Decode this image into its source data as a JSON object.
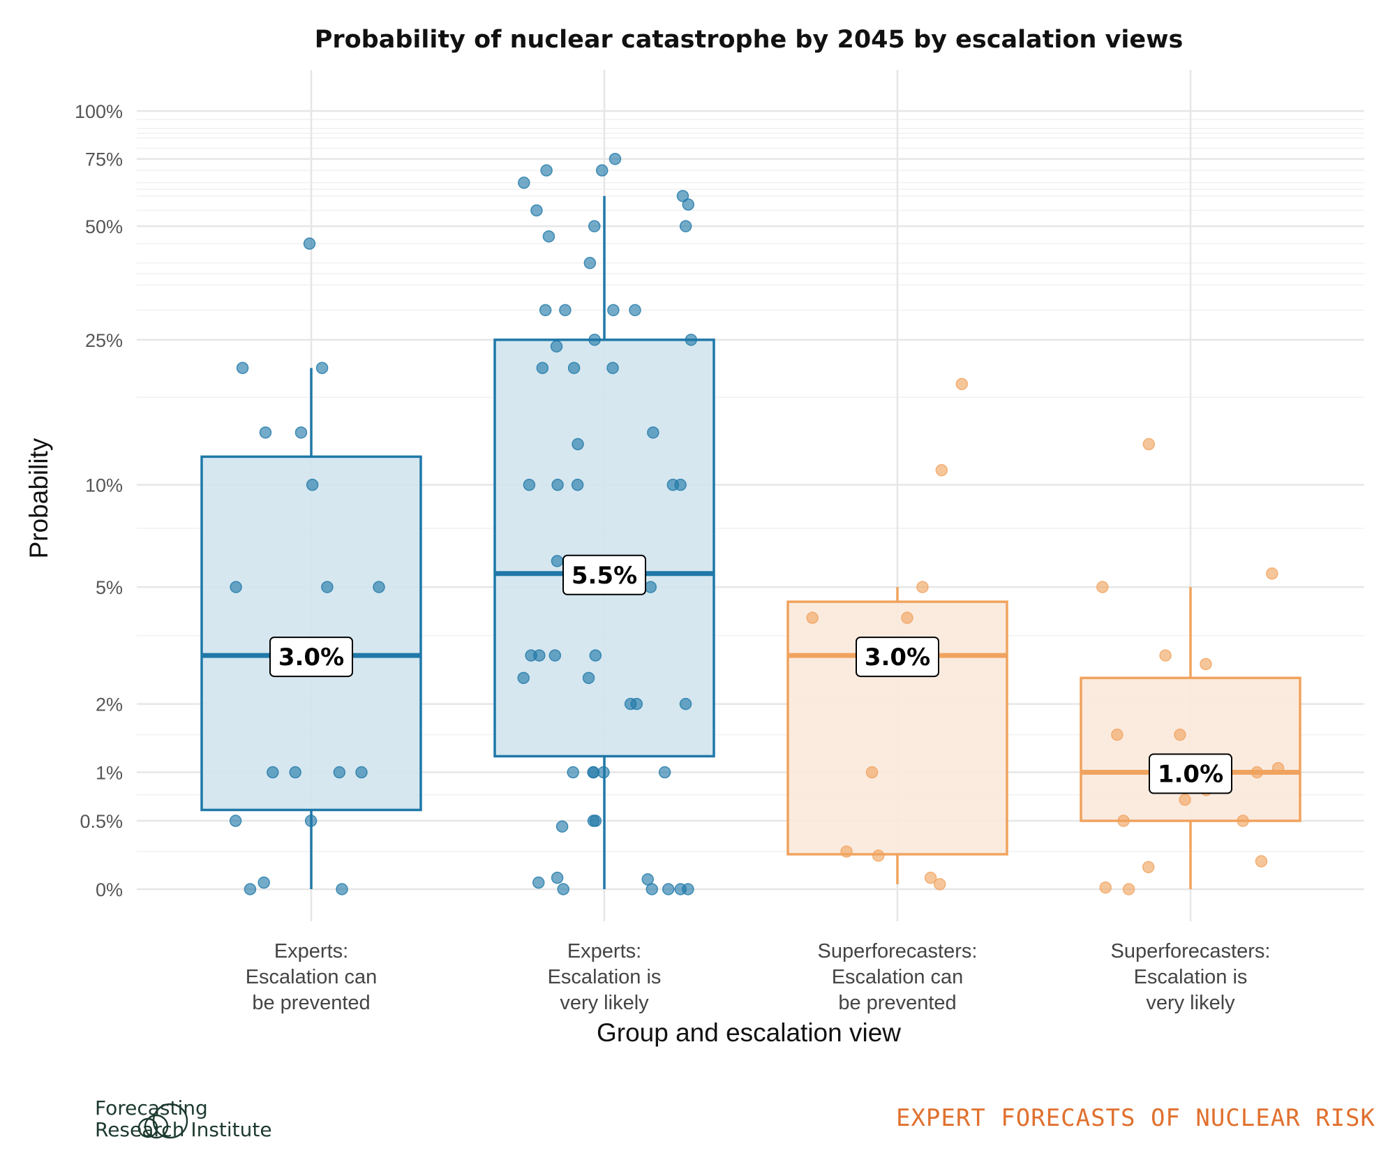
{
  "chart_data": {
    "type": "boxplot",
    "title": "Probability of nuclear catastrophe by 2045 by escalation views",
    "xlabel": "Group and escalation view",
    "ylabel": "Probability",
    "y_scale": "pseudo-log",
    "y_ticks": [
      {
        "value": 0,
        "label": "0%"
      },
      {
        "value": 0.5,
        "label": "0.5%"
      },
      {
        "value": 1,
        "label": "1%"
      },
      {
        "value": 2,
        "label": "2%"
      },
      {
        "value": 5,
        "label": "5%"
      },
      {
        "value": 10,
        "label": "10%"
      },
      {
        "value": 25,
        "label": "25%"
      },
      {
        "value": 50,
        "label": "50%"
      },
      {
        "value": 75,
        "label": "75%"
      },
      {
        "value": 100,
        "label": "100%"
      }
    ],
    "groups": [
      {
        "label_lines": [
          "Experts:",
          "Escalation can",
          "be prevented"
        ],
        "color": "#1f78a8",
        "fill": "#d2e5ef",
        "median": 3.0,
        "median_label": "3.0%",
        "q1": 0.6,
        "q3": 12,
        "whisker_low": 0,
        "whisker_high": 21,
        "points": [
          45,
          21,
          21,
          14,
          14,
          10,
          5,
          5,
          5,
          1,
          1,
          1,
          1,
          0.5,
          0.5,
          0.04,
          0,
          0
        ]
      },
      {
        "label_lines": [
          "Experts:",
          "Escalation is",
          "very likely"
        ],
        "color": "#1f78a8",
        "fill": "#d2e5ef",
        "median": 5.5,
        "median_label": "5.5%",
        "q1": 1.2,
        "q3": 25,
        "whisker_low": 0,
        "whisker_high": 60,
        "points": [
          75,
          70,
          70,
          65,
          60,
          57,
          55,
          50,
          50,
          47,
          40,
          30,
          30,
          30,
          30,
          25,
          25,
          24,
          21,
          21,
          21,
          14,
          13,
          10,
          10,
          10,
          10,
          10,
          6,
          6,
          5,
          5,
          5,
          5,
          3,
          3,
          3,
          3,
          2.5,
          2.5,
          2,
          2,
          2,
          1,
          1,
          1,
          1,
          1,
          0.5,
          0.5,
          0.45,
          0.07,
          0.06,
          0.04,
          0,
          0,
          0,
          0,
          0
        ]
      },
      {
        "label_lines": [
          "Superforecasters:",
          "Escalation can",
          "be prevented"
        ],
        "color": "#f0a35e",
        "fill": "#fbe9dc",
        "median": 3.0,
        "median_label": "3.0%",
        "q1": 0.23,
        "q3": 4.5,
        "whisker_low": 0.03,
        "whisker_high": 5,
        "points": [
          19,
          11,
          5,
          4,
          4,
          3,
          1,
          0.25,
          0.22,
          0.07,
          0.03
        ]
      },
      {
        "label_lines": [
          "Superforecasters:",
          "Escalation is",
          "very likely"
        ],
        "color": "#f0a35e",
        "fill": "#fbe9dc",
        "median": 1.0,
        "median_label": "1.0%",
        "q1": 0.5,
        "q3": 2.5,
        "whisker_low": 0,
        "whisker_high": 5,
        "points": [
          13,
          5.5,
          5,
          3,
          2.8,
          1.5,
          1.5,
          1.05,
          1,
          1,
          0.8,
          0.7,
          0.5,
          0.5,
          0.18,
          0.14,
          0.01,
          0
        ]
      }
    ]
  },
  "footer": {
    "logo_line1": "Forecasting",
    "logo_line2": "Research Institute",
    "brand": "EXPERT FORECASTS OF NUCLEAR RISK"
  }
}
